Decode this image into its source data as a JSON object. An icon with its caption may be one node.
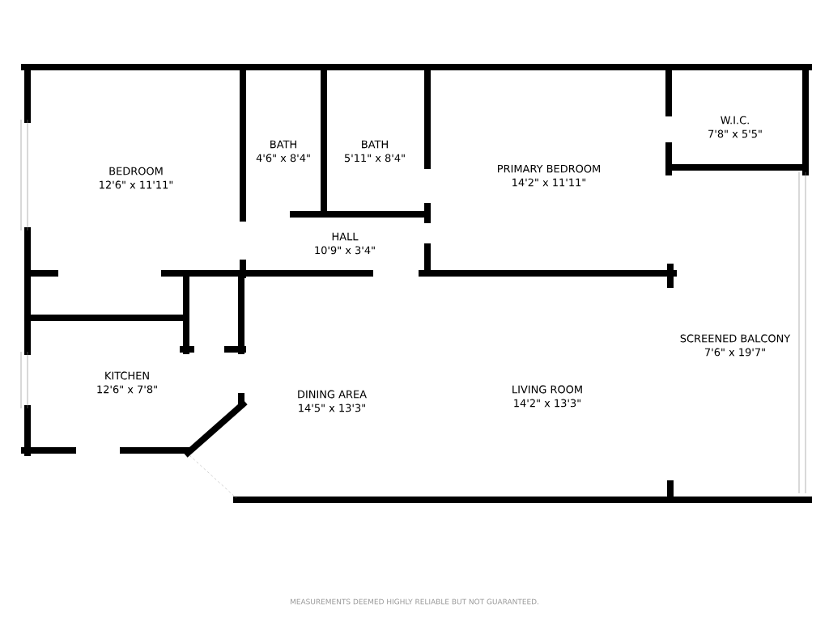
{
  "diagram": {
    "nodes": [
      {
        "text": [
          "BEDROOM",
          "12'6\" x 11'11\""
        ]
      },
      {
        "text": [
          "BATH",
          "4'6\" x 8'4\""
        ]
      },
      {
        "text": [
          "BATH",
          "5'11\" x 8'4\""
        ]
      },
      {
        "text": [
          "PRIMARY BEDROOM",
          "14'2\" x 11'11\""
        ]
      },
      {
        "text": [
          "W.I.C.",
          "7'8\" x 5'5\""
        ]
      },
      {
        "text": [
          "HALL",
          "10'9\" x 3'4\""
        ]
      },
      {
        "text": [
          "KITCHEN",
          "12'6\" x 7'8\""
        ]
      },
      {
        "text": [
          "DINING AREA",
          "14'5\" x 13'3\""
        ]
      },
      {
        "text": [
          "LIVING ROOM",
          "14'2\" x 13'3\""
        ]
      },
      {
        "text": [
          "SCREENED BALCONY",
          "7'6\" x 19'7\""
        ]
      }
    ],
    "labels": [
      "MEASUREMENTS DEEMED HIGHLY RELIABLE BUT NOT GUARANTEED."
    ]
  }
}
